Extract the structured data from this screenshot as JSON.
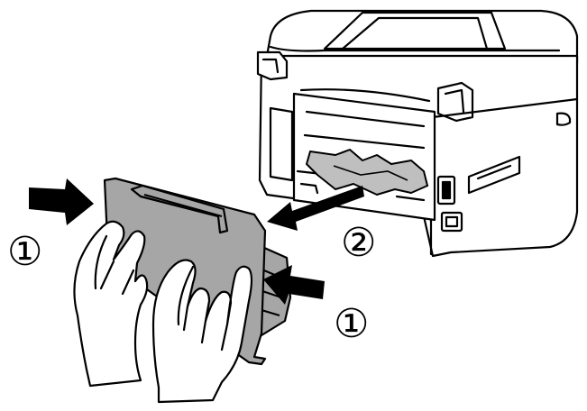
{
  "steps": {
    "press_label_left": "①",
    "pull_label": "②",
    "press_label_right": "①"
  },
  "colors": {
    "printer_body": "#ffffff",
    "cover_fill": "#a6a6a6",
    "jammed_paper": "#bfbfbf",
    "outline": "#000000",
    "arrow": "#000000"
  },
  "icons": {
    "press_arrow": "right-arrow-icon",
    "pull_arrow": "left-arrow-icon"
  }
}
